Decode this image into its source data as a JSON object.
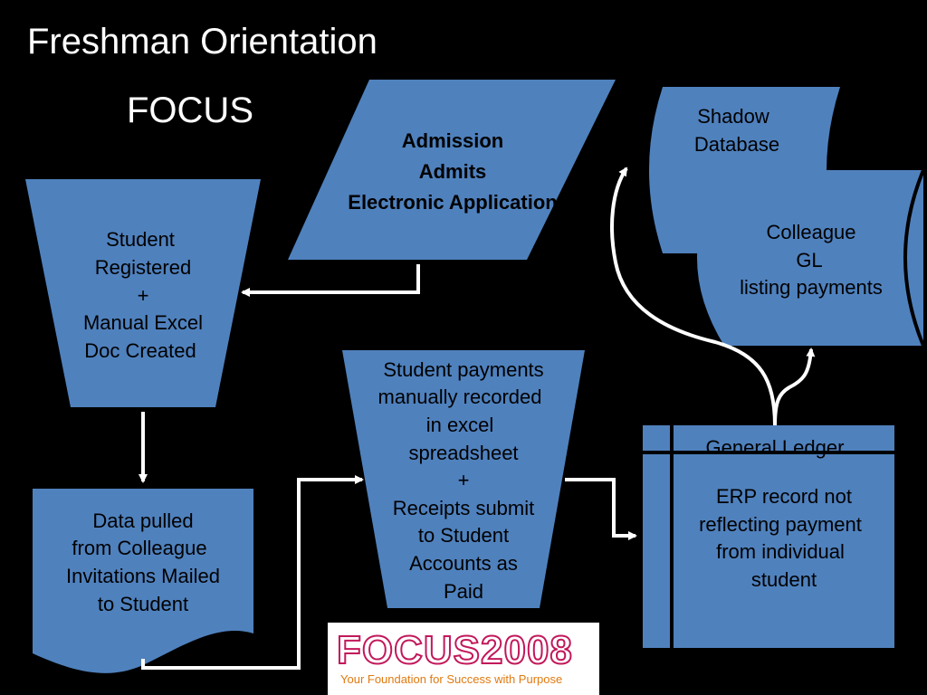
{
  "title": "Freshman Orientation",
  "subtitle": "FOCUS",
  "nodes": {
    "admission": [
      "Admission",
      "Admits",
      "Electronic Application"
    ],
    "student_registered": [
      "Student",
      "Registered",
      "+",
      "Manual Excel",
      "Doc Created"
    ],
    "shadow_db": [
      "Shadow",
      "Database"
    ],
    "colleague_gl": [
      "Colleague",
      "GL",
      "listing payments"
    ],
    "student_payments": [
      "Student payments",
      "manually recorded",
      "in excel",
      "spreadsheet",
      "+",
      "Receipts submit",
      "to Student",
      "Accounts as",
      "Paid"
    ],
    "data_pulled": [
      "Data pulled",
      "from Colleague",
      "Invitations Mailed",
      "to Student"
    ],
    "general_ledger_header": "General Ledger",
    "general_ledger_body": [
      "ERP record not",
      "reflecting payment",
      "from individual",
      "student"
    ]
  },
  "logo": {
    "word": "FOCUS2008",
    "tagline": "Your Foundation for Success with Purpose"
  },
  "colors": {
    "background": "#000000",
    "shape_fill": "#4f81bd",
    "connector": "#ffffff",
    "logo_accent": "#c2185b",
    "logo_tagline": "#e07a10"
  }
}
